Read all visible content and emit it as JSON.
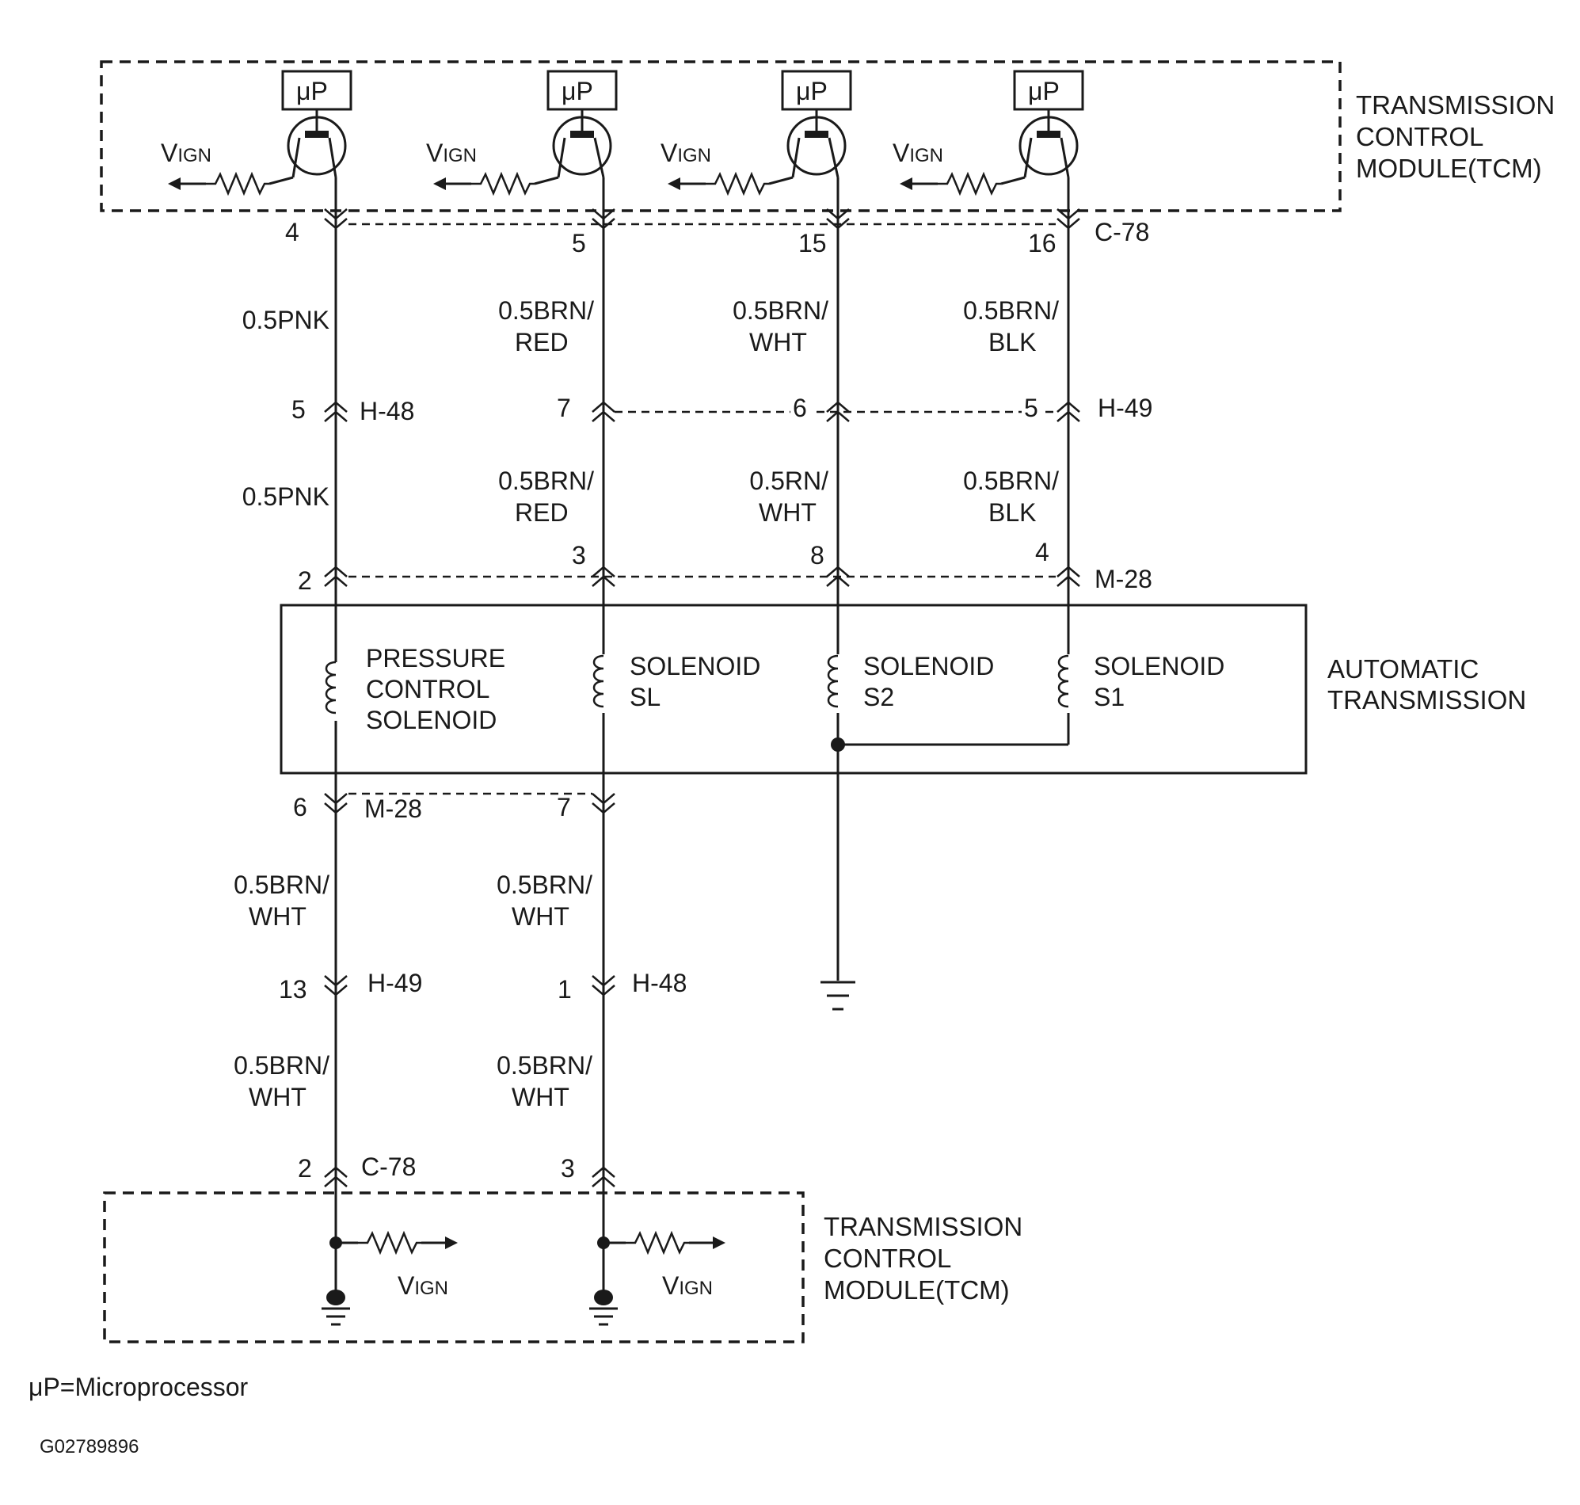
{
  "tcm_top": {
    "label_lines": [
      "TRANSMISSION",
      "CONTROL",
      "MODULE(TCM)"
    ],
    "uP": "μP",
    "v_main": "V",
    "v_sub": "IGN"
  },
  "tcm_bottom": {
    "label_lines": [
      "TRANSMISSION",
      "CONTROL",
      "MODULE(TCM)"
    ],
    "v_main": "V",
    "v_sub": "IGN"
  },
  "automatic_transmission": {
    "label_lines": [
      "AUTOMATIC",
      "TRANSMISSION"
    ]
  },
  "solenoids": [
    {
      "lines": [
        "PRESSURE",
        "CONTROL",
        "SOLENOID"
      ]
    },
    {
      "lines": [
        "SOLENOID",
        "SL"
      ]
    },
    {
      "lines": [
        "SOLENOID",
        "S2"
      ]
    },
    {
      "lines": [
        "SOLENOID",
        "S1"
      ]
    }
  ],
  "connectors": {
    "c78_top": {
      "name": "C-78",
      "pins": [
        "4",
        "5",
        "15",
        "16"
      ]
    },
    "h48_top": {
      "name": "H-48",
      "pin": "5"
    },
    "h49_top": {
      "name": "H-49",
      "pins": [
        "7",
        "6",
        "5"
      ]
    },
    "m28_top": {
      "name": "M-28",
      "pins": [
        "2",
        "3",
        "8",
        "4"
      ]
    },
    "m28_bottom": {
      "name": "M-28",
      "pins": [
        "6",
        "7"
      ]
    },
    "h49_bottom": {
      "name": "H-49",
      "pin": "13"
    },
    "h48_bottom": {
      "name": "H-48",
      "pin": "1"
    },
    "c78_bottom": {
      "name": "C-78",
      "pins": [
        "2",
        "3"
      ]
    }
  },
  "wires": {
    "upper": [
      {
        "lines": [
          "0.5PNK"
        ]
      },
      {
        "lines": [
          "0.5BRN/",
          "RED"
        ]
      },
      {
        "lines": [
          "0.5BRN/",
          "WHT"
        ]
      },
      {
        "lines": [
          "0.5BRN/",
          "BLK"
        ]
      }
    ],
    "middle": [
      {
        "lines": [
          "0.5PNK"
        ]
      },
      {
        "lines": [
          "0.5BRN/",
          "RED"
        ]
      },
      {
        "lines": [
          "0.5RN/",
          "WHT"
        ]
      },
      {
        "lines": [
          "0.5BRN/",
          "BLK"
        ]
      }
    ],
    "lower_a": [
      {
        "lines": [
          "0.5BRN/",
          "WHT"
        ]
      },
      {
        "lines": [
          "0.5BRN/",
          "WHT"
        ]
      }
    ],
    "lower_b": [
      {
        "lines": [
          "0.5BRN/",
          "WHT"
        ]
      },
      {
        "lines": [
          "0.5BRN/",
          "WHT"
        ]
      }
    ]
  },
  "legend": "μP=Microprocessor",
  "figure_id": "G02789896"
}
